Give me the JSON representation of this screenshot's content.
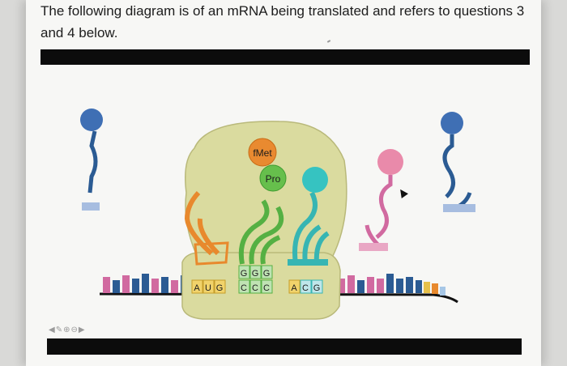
{
  "question": {
    "line1": "The following diagram is of an mRNA being translated and refers to questions 3",
    "line2": "and 4 below."
  },
  "diagram": {
    "amino_acids": [
      "fMet",
      "Pro"
    ],
    "codons": [
      "A",
      "U",
      "G",
      "C",
      "C",
      "C",
      "A",
      "C",
      "G"
    ],
    "anticodon": [
      "G",
      "G",
      "G"
    ],
    "colors": {
      "ribosome": "#d9d99e",
      "fmet_trna": "#e8892d",
      "pro_trna": "#55b043",
      "teal_trna": "#36b5b3",
      "pink_trna": "#e17aa0",
      "blue_trna": "#2b5b93"
    }
  },
  "pager": {
    "icons": "◀✎⊕⊖▶"
  }
}
